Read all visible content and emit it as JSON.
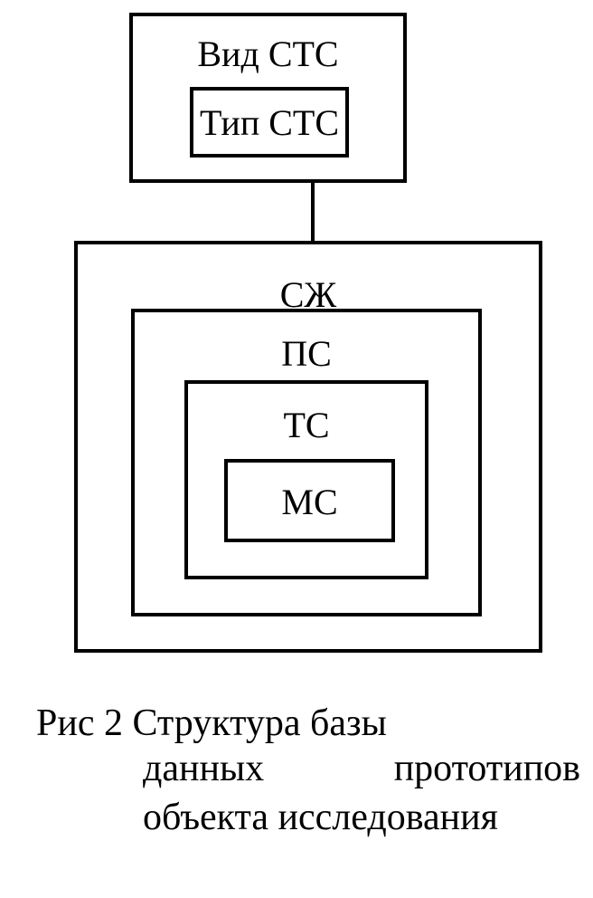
{
  "diagram": {
    "top_box": {
      "label": "Вид СТС",
      "inner_label": "Тип СТС"
    },
    "nested_boxes": [
      "СЖ",
      "ПС",
      "ТС",
      "МС"
    ]
  },
  "caption": {
    "line1": "Рис 2 Структура базы",
    "line2_word1": "данных",
    "line2_word2": "прототипов",
    "line3": "объекта исследования"
  }
}
